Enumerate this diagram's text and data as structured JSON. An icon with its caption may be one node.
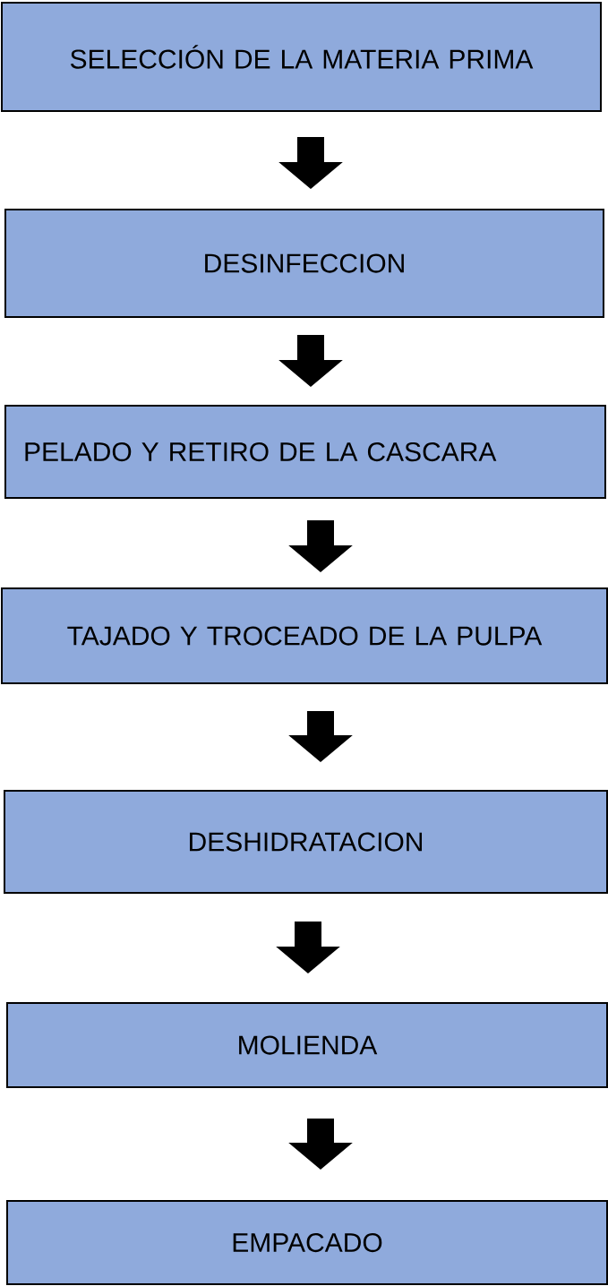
{
  "diagram": {
    "nodes": [
      {
        "text": [
          "SELECCIÓN DE LA MATERIA PRIMA"
        ]
      },
      {
        "text": [
          "DESINFECCION"
        ]
      },
      {
        "text": [
          "PELADO Y RETIRO DE LA CASCARA"
        ]
      },
      {
        "text": [
          "TAJADO Y TROCEADO DE LA PULPA"
        ]
      },
      {
        "text": [
          "DESHIDRATACION"
        ]
      },
      {
        "text": [
          "MOLIENDA"
        ]
      },
      {
        "text": [
          "EMPACADO"
        ]
      }
    ],
    "edges": [
      {
        "from": 0,
        "to": 1,
        "arrow": "to"
      },
      {
        "from": 1,
        "to": 2,
        "arrow": "to"
      },
      {
        "from": 2,
        "to": 3,
        "arrow": "to"
      },
      {
        "from": 3,
        "to": 4,
        "arrow": "to"
      },
      {
        "from": 4,
        "to": 5,
        "arrow": "to"
      },
      {
        "from": 5,
        "to": 6,
        "arrow": "to"
      }
    ]
  }
}
